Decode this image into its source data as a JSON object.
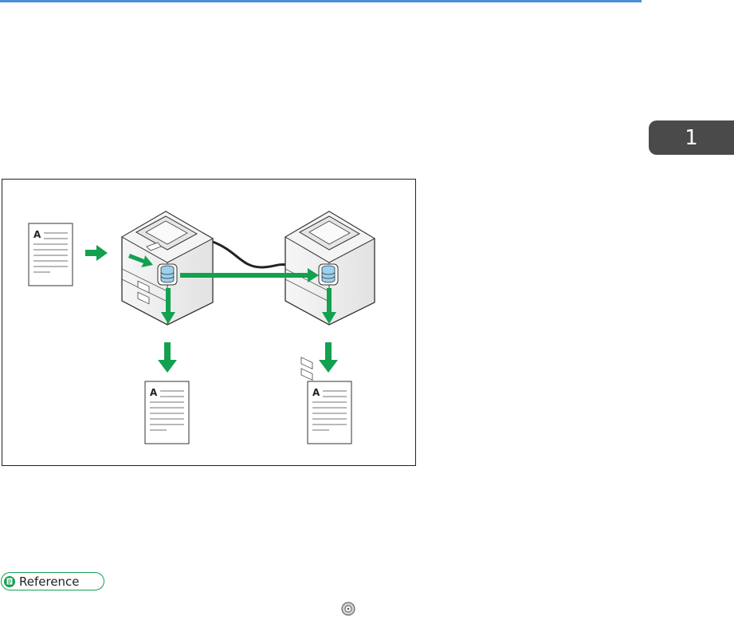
{
  "page": {
    "chapter_number": "1",
    "reference_label": "Reference"
  },
  "figure": {
    "document_letter": "A"
  },
  "colors": {
    "accent_blue": "#4a8fd4",
    "chapter_tab": "#4a4a4a",
    "arrow_green": "#12a14f",
    "storage_blue": "#9bd0ef",
    "reference_green": "#12a14f"
  },
  "icons": {
    "storage": "storage-icon",
    "arrows": "arrow-icon",
    "cd": "cd-icon"
  }
}
